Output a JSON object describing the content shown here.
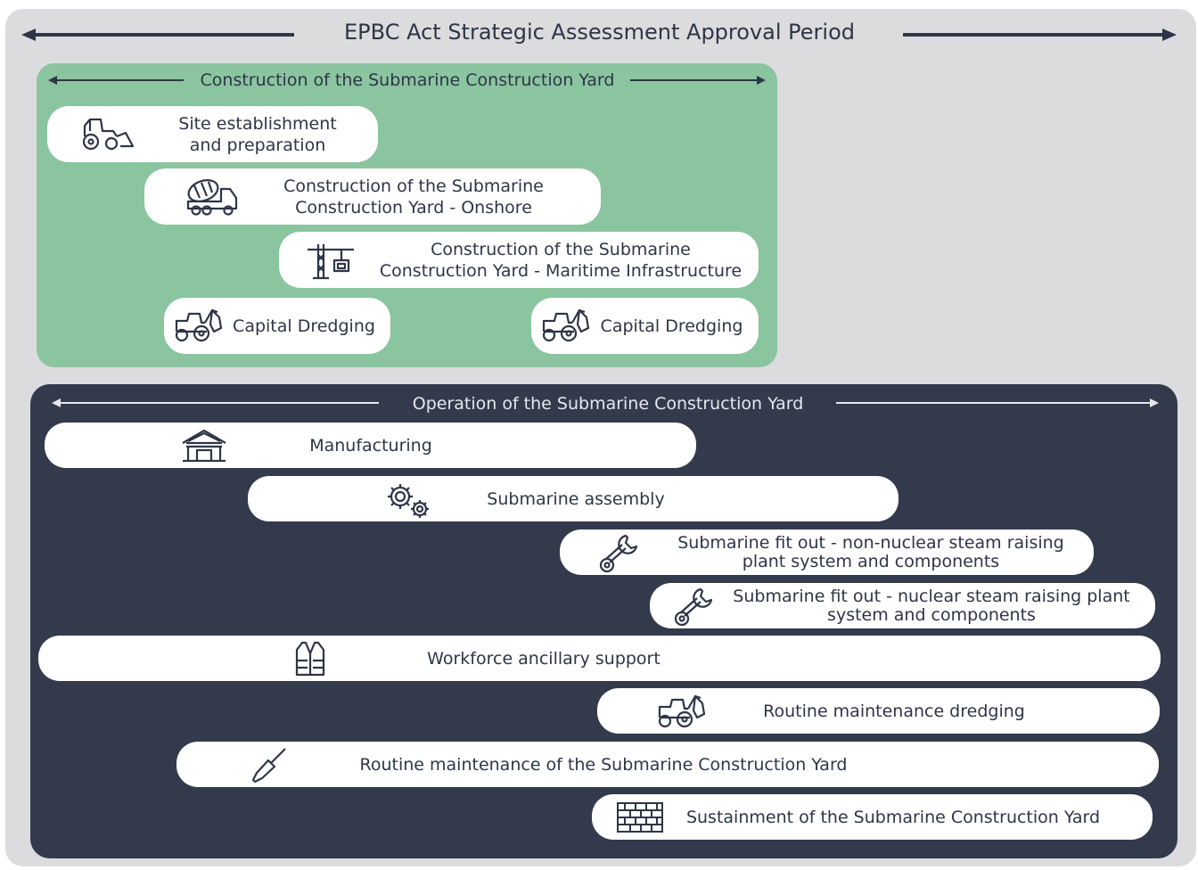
{
  "diagram": {
    "title": "EPBC Act Strategic Assessment Approval Period",
    "construction": {
      "title": "Construction of the Submarine Construction Yard",
      "items": [
        {
          "line1": "Site establishment",
          "line2": "and preparation",
          "icon": "bulldozer-icon"
        },
        {
          "line1": "Construction of the Submarine",
          "line2": "Construction Yard - Onshore",
          "icon": "cement-mixer-truck-icon"
        },
        {
          "line1": "Construction of the Submarine",
          "line2": "Construction Yard - Maritime Infrastructure",
          "icon": "crane-icon"
        },
        {
          "label": "Capital Dredging",
          "icon": "excavator-icon"
        },
        {
          "label": "Capital Dredging",
          "icon": "excavator-icon"
        }
      ]
    },
    "operation": {
      "title": "Operation of the Submarine Construction Yard",
      "items": [
        {
          "label": "Manufacturing",
          "icon": "factory-icon"
        },
        {
          "label": "Submarine assembly",
          "icon": "gears-icon"
        },
        {
          "line1": "Submarine fit out - non-nuclear steam raising",
          "line2": "plant system and components",
          "icon": "wrench-icon"
        },
        {
          "line1": "Submarine fit out - nuclear steam raising plant",
          "line2": "system and components",
          "icon": "wrench-icon"
        },
        {
          "label": "Workforce ancillary support",
          "icon": "safety-vest-icon"
        },
        {
          "label": "Routine maintenance dredging",
          "icon": "excavator-icon"
        },
        {
          "label": "Routine maintenance of the Submarine Construction Yard",
          "icon": "trowel-icon"
        },
        {
          "label": "Sustainment of the Submarine Construction Yard",
          "icon": "brick-wall-icon"
        }
      ]
    },
    "colors": {
      "background": "#dcdcde",
      "construction_panel": "#8ac5a0",
      "operation_panel": "#323a4c",
      "pill": "#ffffff",
      "text_dark": "#2e3547",
      "text_light": "#e6e8ee"
    }
  }
}
